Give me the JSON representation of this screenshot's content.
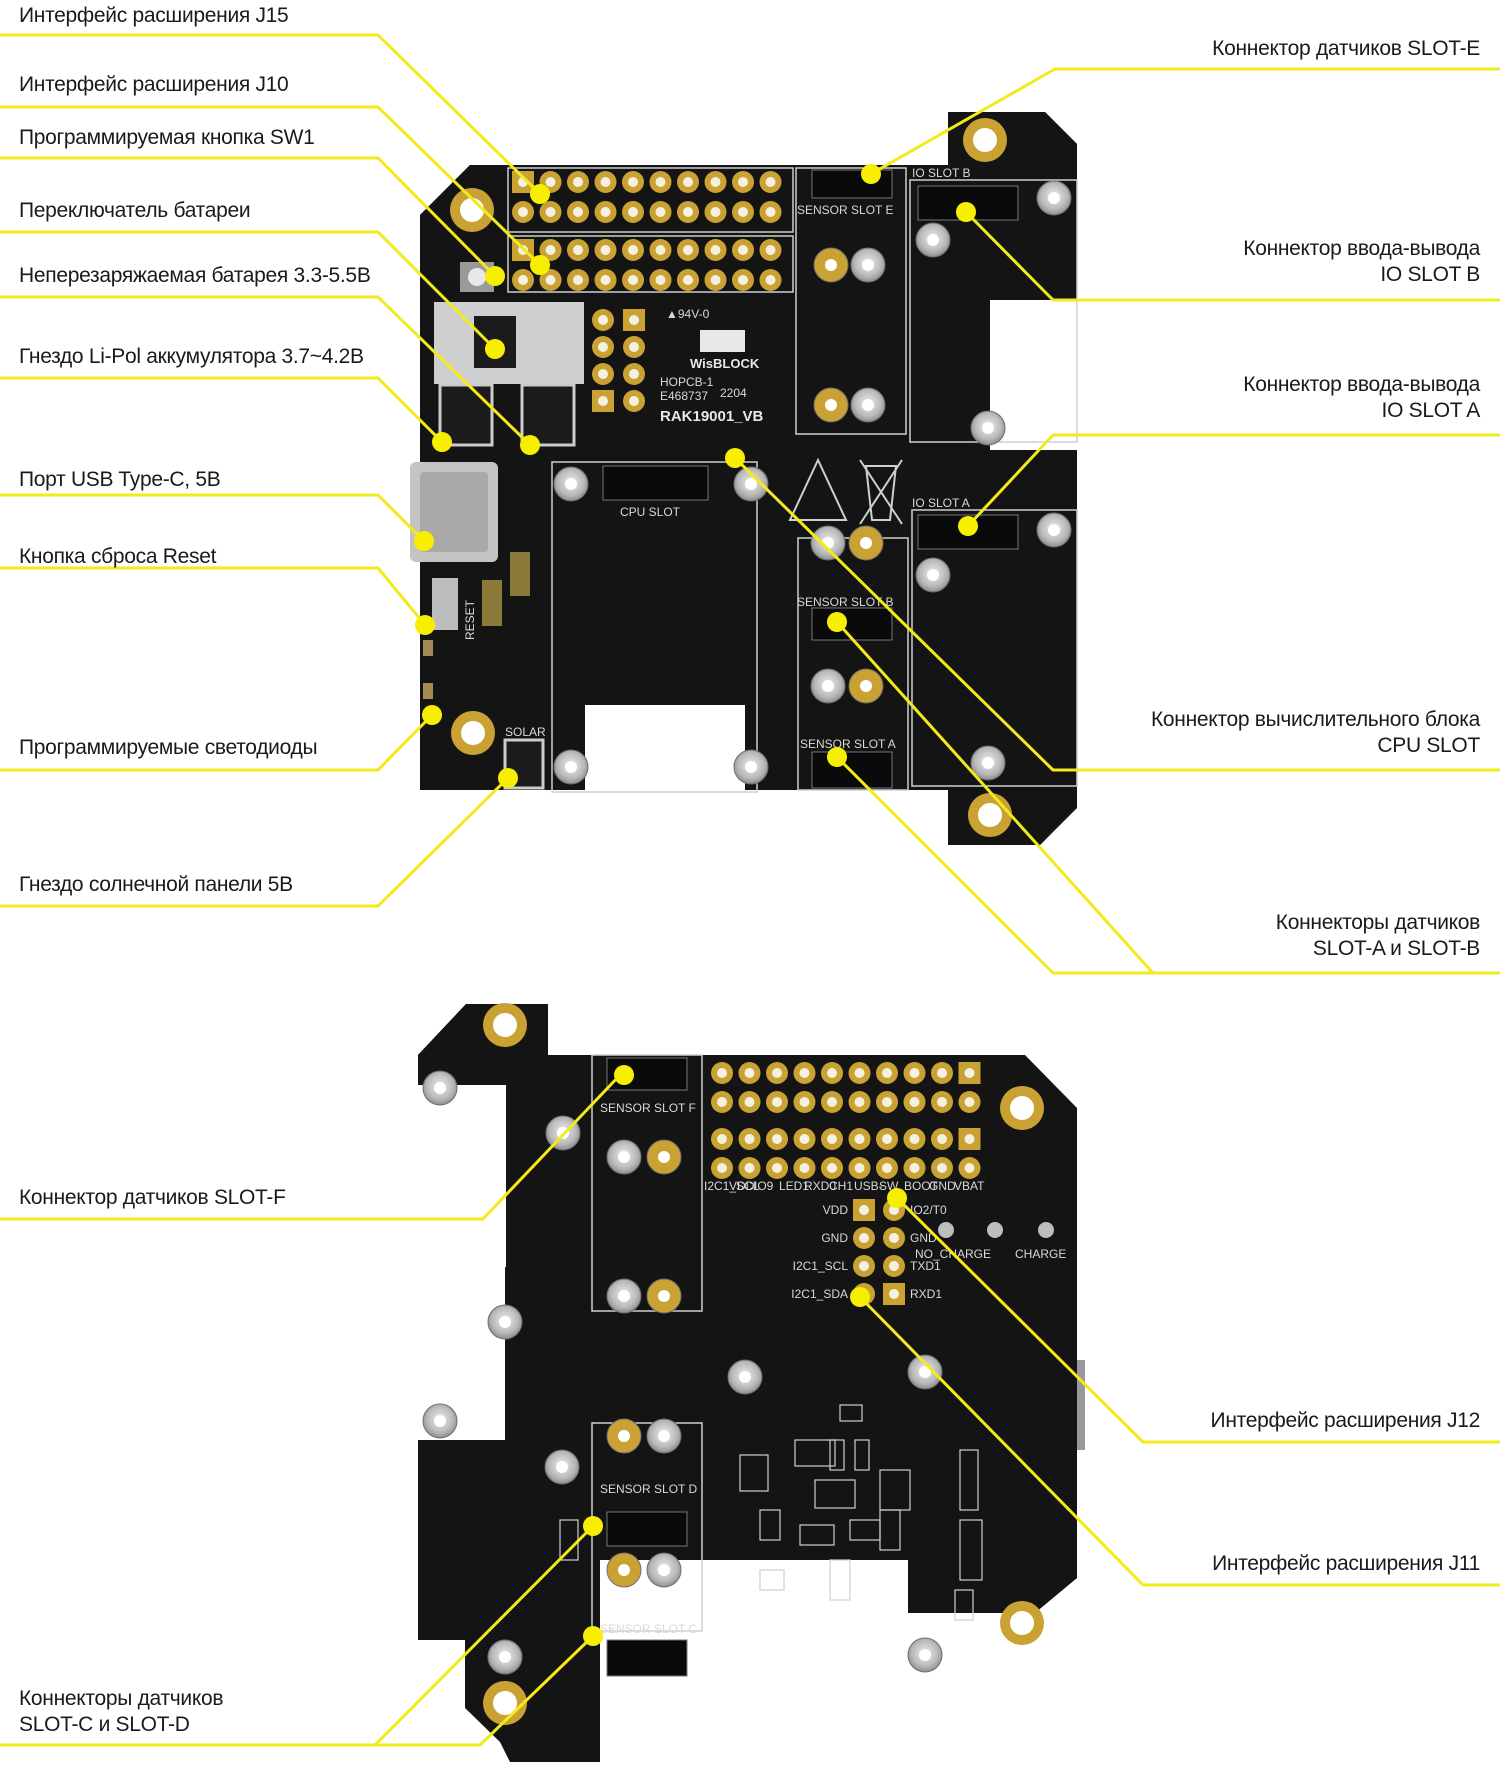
{
  "diagram": {
    "title": "RAK19001 WisBlock base board — top and bottom views",
    "colors": {
      "background": "#ffffff",
      "pcb": "#141414",
      "callout_line": "#f2ea1c",
      "callout_dot": "#f7ee00",
      "gold_pad": "#c9a233",
      "silver_pad": "#bdbdbd",
      "silkscreen": "#d9d9d9",
      "label_text": "#1a1a1a"
    },
    "top_view": {
      "left_labels": [
        {
          "id": "j15",
          "text": "Интерфейс расширения J15"
        },
        {
          "id": "j10",
          "text": "Интерфейс расширения J10"
        },
        {
          "id": "sw1",
          "text": "Программируемая кнопка SW1"
        },
        {
          "id": "battery-switch",
          "text": "Переключатель батареи"
        },
        {
          "id": "non-rechargeable-battery",
          "text": "Неперезаряжаемая батарея 3.3-5.5В"
        },
        {
          "id": "lipo-socket",
          "text": "Гнездо Li-Pol аккумулятора 3.7~4.2В"
        },
        {
          "id": "usb-c",
          "text": "Порт USB Type-C, 5В"
        },
        {
          "id": "reset",
          "text": "Кнопка сброса Reset"
        },
        {
          "id": "leds",
          "text": "Программируемые светодиоды"
        },
        {
          "id": "solar",
          "text": "Гнездо солнечной панели 5В"
        }
      ],
      "right_labels": [
        {
          "id": "slot-e",
          "lines": [
            "Коннектор датчиков SLOT-E"
          ]
        },
        {
          "id": "io-slot-b",
          "lines": [
            "Коннектор ввода-вывода",
            "IO SLOT B"
          ]
        },
        {
          "id": "io-slot-a",
          "lines": [
            "Коннектор ввода-вывода",
            "IO SLOT A"
          ]
        },
        {
          "id": "cpu-slot",
          "lines": [
            "Коннектор вычислительного блока",
            "CPU SLOT"
          ]
        },
        {
          "id": "slot-a-b",
          "lines": [
            "Коннекторы датчиков",
            "SLOT-A и SLOT-B"
          ]
        }
      ],
      "silkscreen": {
        "sensor_slot_e": "SENSOR SLOT E",
        "io_slot_b": "IO SLOT B",
        "io_slot_a": "IO SLOT A",
        "cpu_slot": "CPU SLOT",
        "sensor_slot_b": "SENSOR SLOT B",
        "sensor_slot_a": "SENSOR SLOT A",
        "solar": "SOLAR",
        "reset": "RESET",
        "flammability": "▲94V-0",
        "brand": "WisBLOCK",
        "cert_1": "HOPCB-1",
        "cert_2": "E468737",
        "date_code": "2204",
        "model": "RAK19001_VB"
      }
    },
    "bottom_view": {
      "left_labels": [
        {
          "id": "slot-f",
          "lines": [
            "Коннектор датчиков SLOT-F"
          ]
        },
        {
          "id": "slot-c-d",
          "lines": [
            "Коннекторы датчиков",
            "SLOT-C и SLOT-D"
          ]
        }
      ],
      "right_labels": [
        {
          "id": "j12",
          "lines": [
            "Интерфейс расширения J12"
          ]
        },
        {
          "id": "j11",
          "lines": [
            "Интерфейс расширения J11"
          ]
        }
      ],
      "silkscreen": {
        "sensor_slot_f": "SENSOR SLOT F",
        "sensor_slot_d": "SENSOR SLOT D",
        "sensor_slot_c": "SENSOR SLOT C",
        "no_charge": "NO_CHARGE",
        "charge": "CHARGE",
        "header_bottom_row": [
          "I2C1_SCL",
          "VDD",
          "IO9",
          "LED1",
          "RXD0",
          "CH1",
          "USB-",
          "SW",
          "BOOT",
          "GND",
          "VBAT"
        ],
        "j11_left": [
          "VDD",
          "GND",
          "I2C1_SCL",
          "I2C1_SDA"
        ],
        "j11_right": [
          "IO2/T0",
          "GND",
          "TXD1",
          "RXD1"
        ]
      }
    }
  }
}
